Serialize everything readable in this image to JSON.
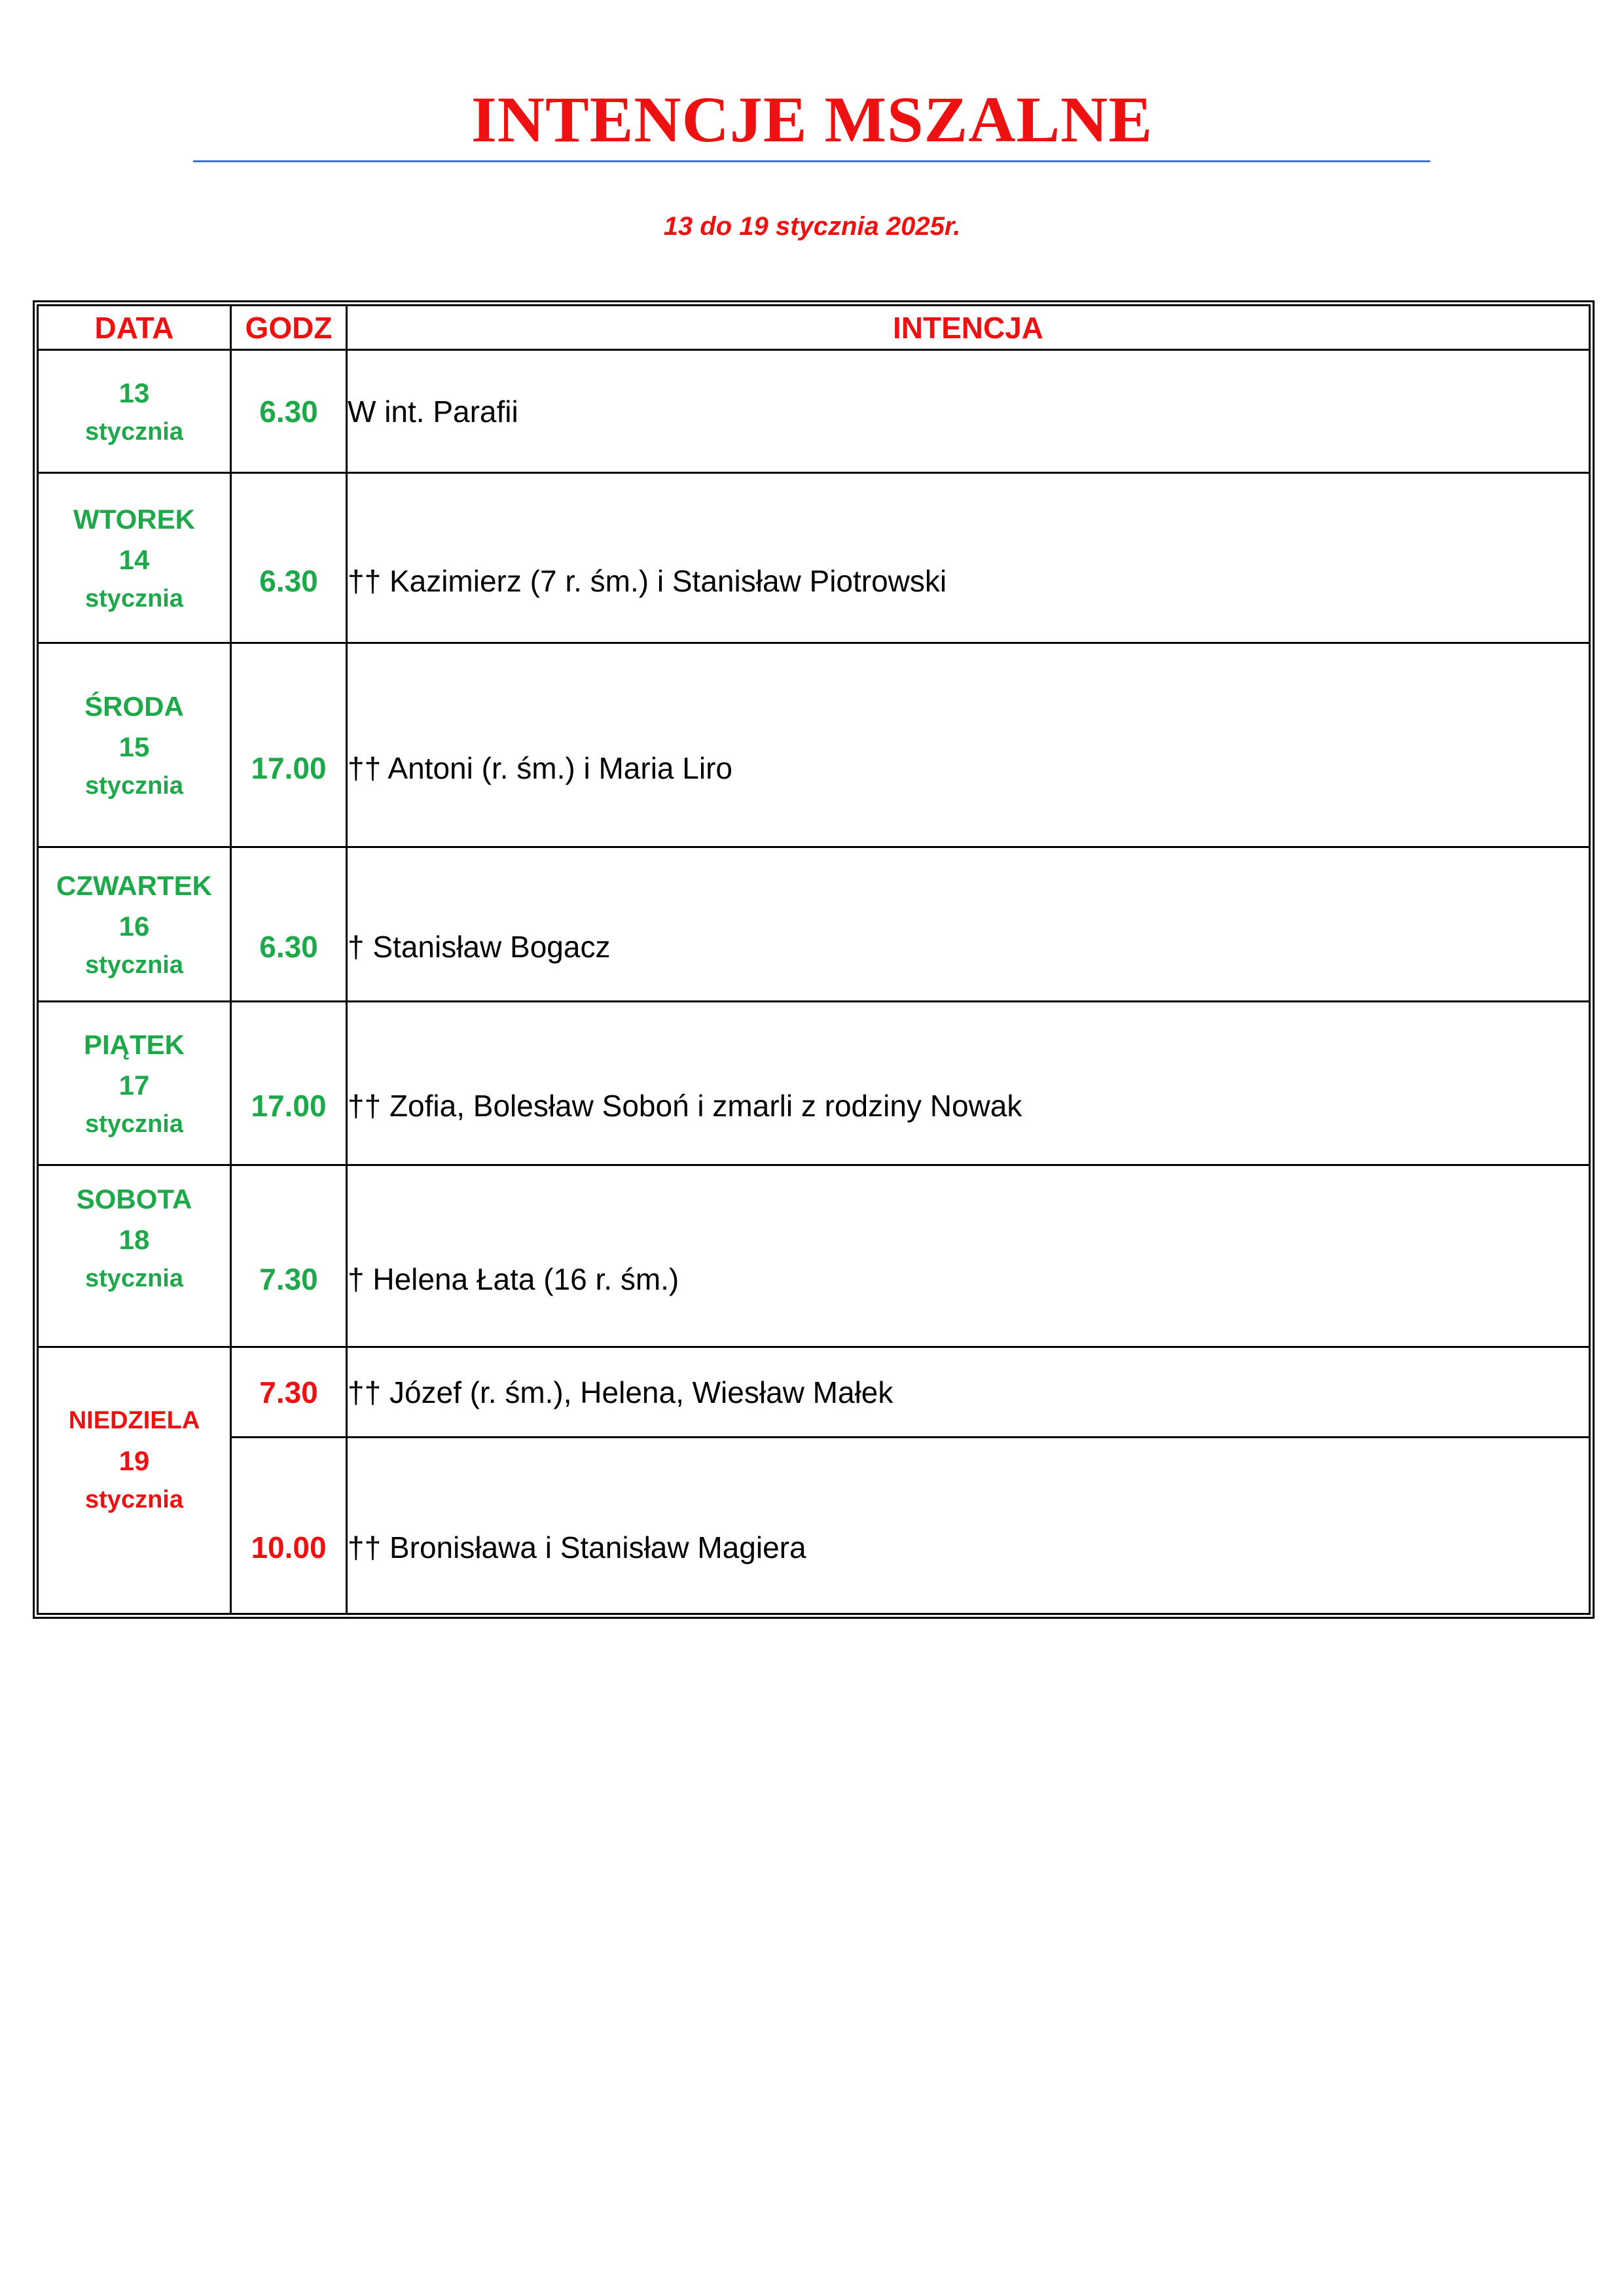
{
  "header": {
    "title": "INTENCJE MSZALNE",
    "subtitle": "13 do 19 stycznia 2025r."
  },
  "table": {
    "columns": [
      "DATA",
      "GODZ",
      "INTENCJA"
    ],
    "rows": [
      {
        "day": "",
        "num": "13",
        "month": "stycznia",
        "hour": "6.30",
        "intention": "W int. Parafii"
      },
      {
        "day": "WTOREK",
        "num": "14",
        "month": "stycznia",
        "hour": "6.30",
        "intention": "†† Kazimierz (7 r. śm.) i Stanisław Piotrowski"
      },
      {
        "day": "ŚRODA",
        "num": "15",
        "month": "stycznia",
        "hour": "17.00",
        "intention": "†† Antoni (r. śm.) i Maria Liro"
      },
      {
        "day": "CZWARTEK",
        "num": "16",
        "month": "stycznia",
        "hour": "6.30",
        "intention": "† Stanisław Bogacz"
      },
      {
        "day": "PIĄTEK",
        "num": "17",
        "month": "stycznia",
        "hour": "17.00",
        "intention": "†† Zofia, Bolesław Soboń i zmarli z rodziny Nowak"
      },
      {
        "day": "SOBOTA",
        "num": "18",
        "month": "stycznia",
        "hour": "7.30",
        "intention": "† Helena Łata (16 r. śm.)"
      }
    ],
    "sunday": {
      "day": "NIEDZIELA",
      "num": "19",
      "month": "stycznia",
      "masses": [
        {
          "hour": "7.30",
          "intention": "†† Józef (r. śm.), Helena, Wiesław Małek"
        },
        {
          "hour": "10.00",
          "intention": "†† Bronisława i Stanisław Magiera"
        }
      ]
    }
  },
  "colors": {
    "title": "#ee1111",
    "weekday": "#1ea84a",
    "sunday": "#ee1111",
    "rule": "#4472c4"
  }
}
